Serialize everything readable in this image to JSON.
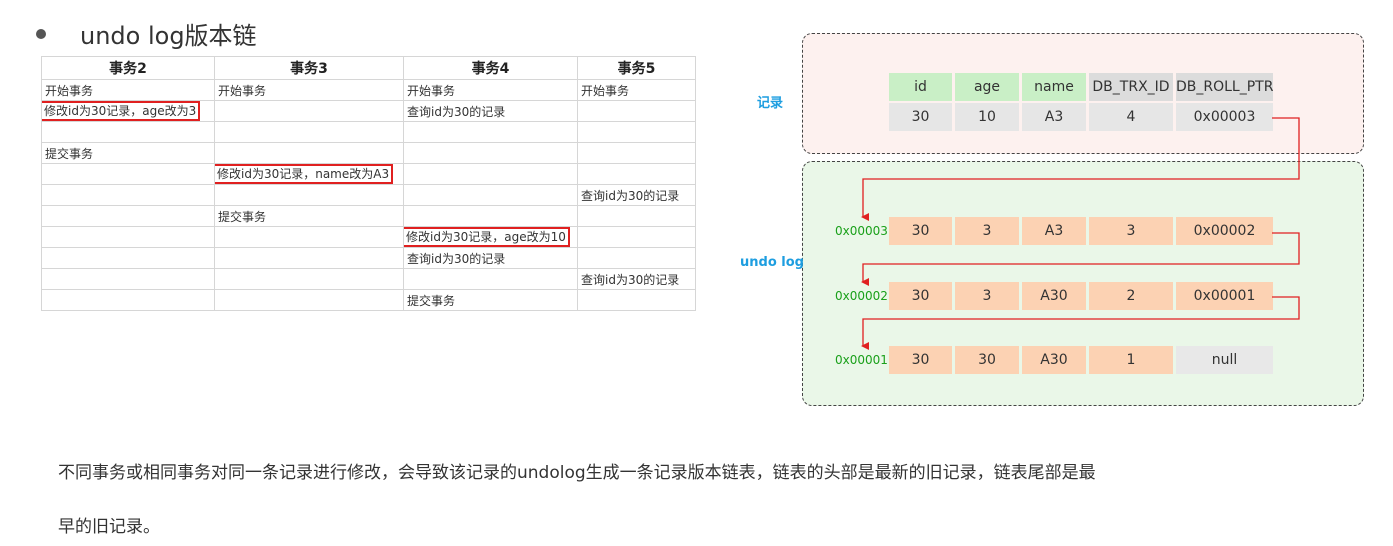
{
  "title": "undo log版本链",
  "transactions": {
    "headers": [
      "事务2",
      "事务3",
      "事务4",
      "事务5"
    ],
    "rows": [
      [
        "开始事务",
        "开始事务",
        "开始事务",
        "开始事务"
      ],
      [
        "修改id为30记录，age改为3",
        "",
        "查询id为30的记录",
        ""
      ],
      [
        "",
        "",
        "",
        ""
      ],
      [
        "提交事务",
        "",
        "",
        ""
      ],
      [
        "",
        "修改id为30记录，name改为A3",
        "",
        ""
      ],
      [
        "",
        "",
        "",
        "查询id为30的记录"
      ],
      [
        "",
        "提交事务",
        "",
        ""
      ],
      [
        "",
        "",
        "修改id为30记录，age改为10",
        ""
      ],
      [
        "",
        "",
        "查询id为30的记录",
        ""
      ],
      [
        "",
        "",
        "",
        "查询id为30的记录"
      ],
      [
        "",
        "",
        "提交事务",
        ""
      ]
    ]
  },
  "record": {
    "label": "记录",
    "columns": [
      "id",
      "age",
      "name",
      "DB_TRX_ID",
      "DB_ROLL_PTR"
    ],
    "values": [
      "30",
      "10",
      "A3",
      "4",
      "0x00003"
    ]
  },
  "undo_log": {
    "label": "undo log",
    "entries": [
      {
        "address": "0x00003",
        "values": [
          "30",
          "3",
          "A3",
          "3",
          "0x00002"
        ]
      },
      {
        "address": "0x00002",
        "values": [
          "30",
          "3",
          "A30",
          "2",
          "0x00001"
        ]
      },
      {
        "address": "0x00001",
        "values": [
          "30",
          "30",
          "A30",
          "1",
          "null"
        ]
      }
    ]
  },
  "description": {
    "line1": "不同事务或相同事务对同一条记录进行修改，会导致该记录的undolog生成一条记录版本链表，链表的头部是最新的旧记录，链表尾部是最",
    "line2": "早的旧记录。"
  },
  "colors": {
    "highlight": "#e02020",
    "arrow": "#e02020",
    "label_blue": "#1e9ee0",
    "address_green": "#1aa01a",
    "record_panel": "#fdf1ef",
    "undo_panel": "#eaf7e8",
    "header_cell": "#c9efc6",
    "undo_cell": "#fcd2b3"
  }
}
